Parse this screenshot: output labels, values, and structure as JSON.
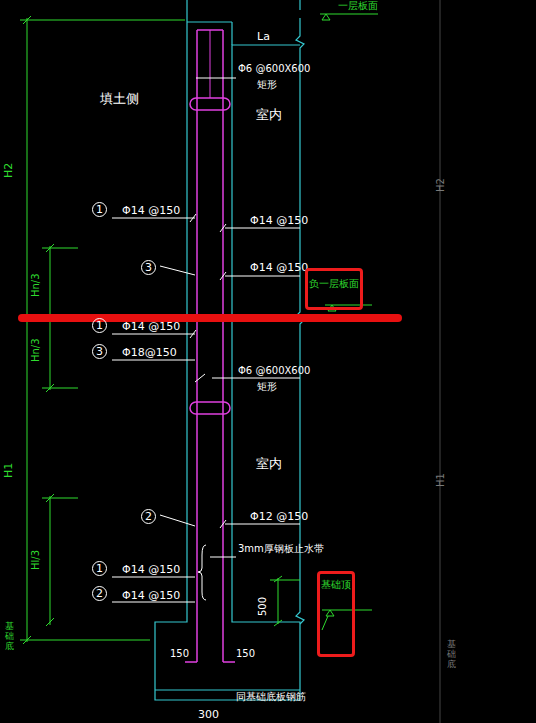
{
  "diagram": {
    "nodes": [
      {
        "text": [
          "1"
        ]
      },
      {
        "text": [
          "3"
        ]
      },
      {
        "text": [
          "负一层板面"
        ]
      },
      {
        "text": [
          "1"
        ]
      },
      {
        "text": [
          "3"
        ]
      },
      {
        "text": [
          "2"
        ]
      },
      {
        "text": [
          "1"
        ]
      },
      {
        "text": [
          "2"
        ]
      },
      {
        "text": [
          "基础顶"
        ]
      }
    ],
    "labels": [
      "一层板面",
      "La",
      "Φ6 @600X600",
      "矩形",
      "填土侧",
      "室内",
      "H2",
      "Φ14 @150",
      "Φ14 @150",
      "Hn/3",
      "Φ14 @150",
      "Φ14 @150",
      "Hn/3",
      "Φ18@150",
      "Φ6 @600X600",
      "矩形",
      "H1",
      "室内",
      "Φ12 @150",
      "Hl/3",
      "3mm厚钢板止水带",
      "Φ14 @150",
      "Φ14 @150",
      "500",
      "150",
      "150",
      "同基础底板钢筋",
      "300",
      "基础底",
      "H2",
      "H1",
      "基础底"
    ]
  }
}
